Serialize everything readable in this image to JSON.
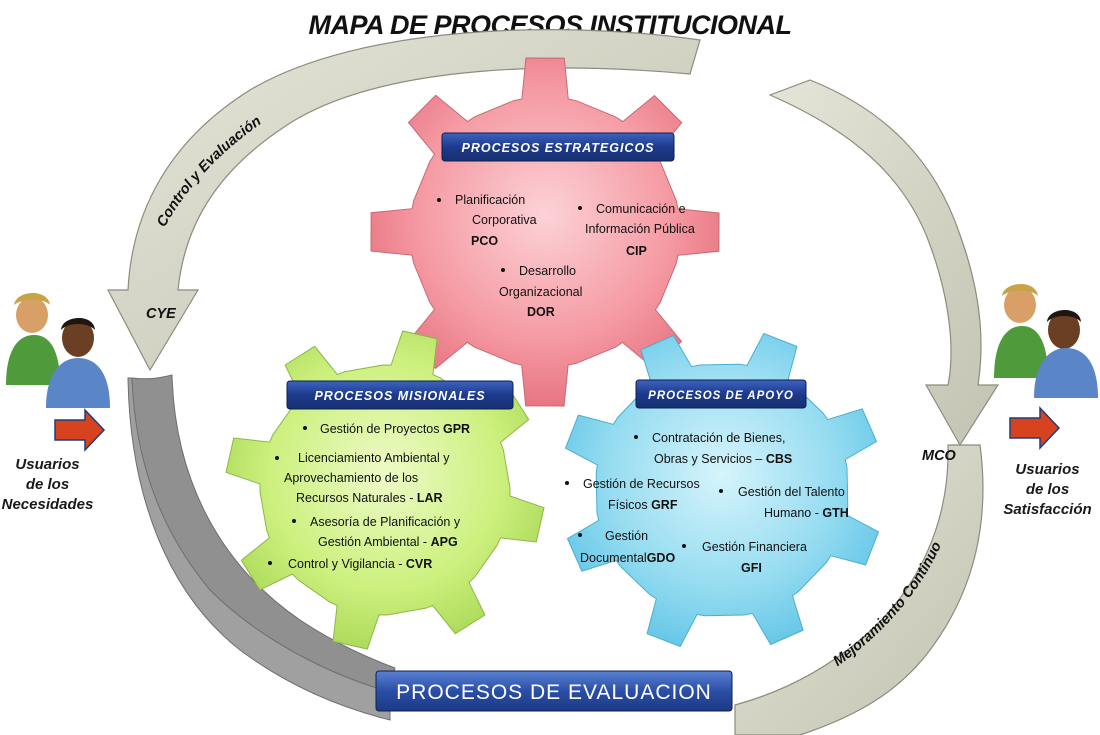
{
  "title": "MAPA DE PROCESOS INSTITUCIONAL",
  "estrategicos": {
    "banner": "PROCESOS ESTRATEGICOS",
    "items": [
      {
        "lines": [
          "Planificación",
          "Corporativa"
        ],
        "code": "PCO"
      },
      {
        "lines": [
          "Comunicación e",
          "Información Pública"
        ],
        "code": "CIP"
      },
      {
        "lines": [
          "Desarrollo",
          "Organizacional"
        ],
        "code": "DOR"
      }
    ]
  },
  "misionales": {
    "banner": "PROCESOS MISIONALES",
    "items": [
      {
        "text": "Gestión de Proyectos",
        "code": "GPR"
      },
      {
        "lines": [
          "Licenciamiento Ambiental y",
          "Aprovechamiento de los"
        ],
        "last": "Recursos Naturales -",
        "code": "LAR"
      },
      {
        "lines": [
          "Asesoría de Planificación y"
        ],
        "last": "Gestión Ambiental -",
        "code": "APG"
      },
      {
        "text": "Control y Vigilancia -",
        "code": "CVR"
      }
    ]
  },
  "apoyo": {
    "banner": "PROCESOS DE APOYO",
    "items": [
      {
        "lines": [
          "Contratación de Bienes,"
        ],
        "last": "Obras y Servicios –",
        "code": "CBS"
      },
      {
        "lines": [
          "Gestión de Recursos"
        ],
        "last": "Físicos",
        "code": "GRF"
      },
      {
        "lines": [
          "Gestión del Talento"
        ],
        "last": "Humano -",
        "code": "GTH"
      },
      {
        "lines": [
          "Gestión"
        ],
        "last": "Documental",
        "code": "GDO"
      },
      {
        "text": "Gestión Financiera",
        "code": "GFI"
      }
    ]
  },
  "evaluacion": {
    "banner": "PROCESOS DE EVALUACION"
  },
  "arrows": {
    "control": "Control y Evaluación",
    "control_code": "CYE",
    "mejora": "Mejoramiento Continuo",
    "mejora_code": "MCO"
  },
  "left_user": {
    "lines": [
      "Usuarios",
      "de los",
      "Necesidades"
    ]
  },
  "right_user": {
    "lines": [
      "Usuarios",
      "de los",
      "Satisfacción"
    ]
  },
  "colors": {
    "gear_red": "#f4848e",
    "gear_green": "#c8ef7a",
    "gear_blue": "#8fdcf2",
    "banner": "#1f3c88",
    "arrow_fill": "#d2d2c3",
    "user_arrow": "#d7431f"
  }
}
